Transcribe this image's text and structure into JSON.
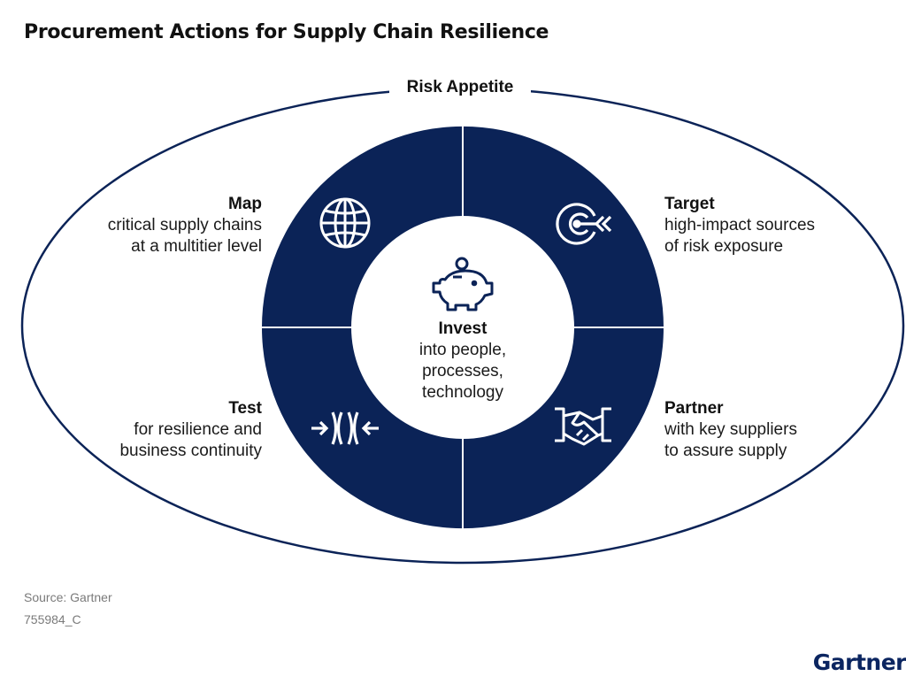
{
  "title": "Procurement Actions for Supply Chain Resilience",
  "outer_label": "Risk Appetite",
  "center": {
    "title": "Invest",
    "lines": [
      "into people,",
      "processes,",
      "technology"
    ],
    "icon": "piggy-bank-icon"
  },
  "quadrants": {
    "map": {
      "title": "Map",
      "lines": [
        "critical supply chains",
        "at a multitier level"
      ],
      "icon": "globe-icon"
    },
    "target": {
      "title": "Target",
      "lines": [
        "high-impact sources",
        "of risk exposure"
      ],
      "icon": "target-icon"
    },
    "test": {
      "title": "Test",
      "lines": [
        "for resilience and",
        "business continuity"
      ],
      "icon": "compress-arrows-icon"
    },
    "partner": {
      "title": "Partner",
      "lines": [
        "with key suppliers",
        "to assure supply"
      ],
      "icon": "handshake-icon"
    }
  },
  "footer": {
    "source": "Source: Gartner",
    "code": "755984_C",
    "brand": "Gartner"
  },
  "colors": {
    "ring": "#0b2357",
    "outline": "#0b2357",
    "text": "#111111",
    "muted": "#7a7a7a",
    "brand": "#0b2560"
  }
}
